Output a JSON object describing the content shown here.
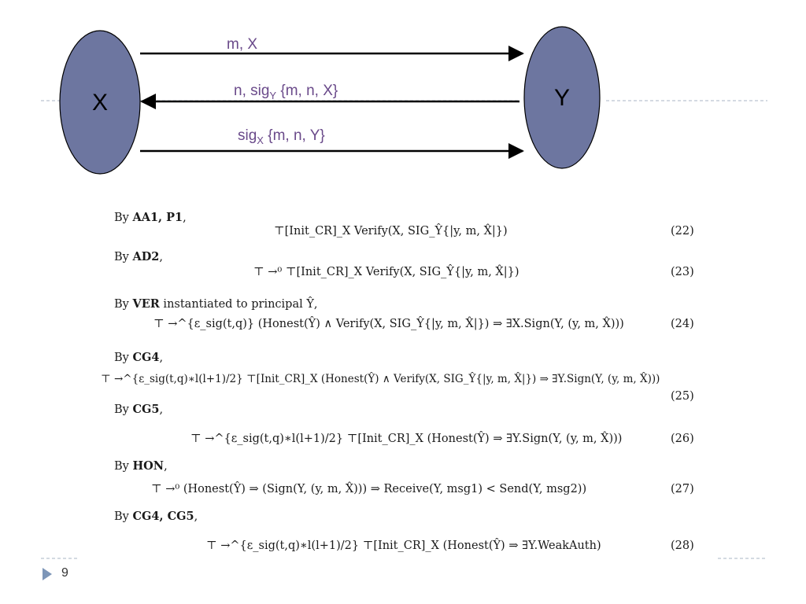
{
  "diagram": {
    "node_left": "X",
    "node_right": "Y",
    "msg1_text": "m, X",
    "msg2_prefix": "n, sig",
    "msg2_sub": "Y",
    "msg2_suffix": " {m, n, X}",
    "msg3_prefix": "sig",
    "msg3_sub": "X",
    "msg3_suffix": " {m, n, Y}",
    "colors": {
      "node_fill": "#6d76a0",
      "node_stroke": "#000000",
      "label_color": "#6a4a8a",
      "dash_color": "#a9b6c6"
    }
  },
  "proof": {
    "s22_rules": "AA1, P1",
    "s22_eq": "⊤[Init_CR]_X Verify(X, SIG_Ŷ{|y, m, X̂|})",
    "s22_num": "(22)",
    "s23_rules": "AD2",
    "s23_eq": "⊤ →⁰ ⊤[Init_CR]_X Verify(X, SIG_Ŷ{|y, m, X̂|})",
    "s23_num": "(23)",
    "s24_intro_a": "By ",
    "s24_rule": "VER",
    "s24_intro_b": " instantiated to principal Ŷ,",
    "s24_eq": "⊤ →^{ε_sig(t,q)} (Honest(Ŷ) ∧ Verify(X, SIG_Ŷ{|y, m, X̂|}) ⇒ ∃X.Sign(Y, (y, m, X̂)))",
    "s24_num": "(24)",
    "s25_rules": "CG4",
    "s25_eq": "⊤ →^{ε_sig(t,q)∗l(l+1)/2} ⊤[Init_CR]_X (Honest(Ŷ) ∧ Verify(X, SIG_Ŷ{|y, m, X̂|}) ⇒ ∃Y.Sign(Y, (y, m, X̂)))",
    "s25_num": "(25)",
    "s26_rules": "CG5",
    "s26_eq": "⊤ →^{ε_sig(t,q)∗l(l+1)/2} ⊤[Init_CR]_X (Honest(Ŷ) ⇒ ∃Y.Sign(Y, (y, m, X̂)))",
    "s26_num": "(26)",
    "s27_rules": "HON",
    "s27_eq": "⊤ →⁰ (Honest(Ŷ) ⇒ (Sign(Y, (y, m, X̂))) ⇒ Receive(Y, msg1) < Send(Y, msg2))",
    "s27_num": "(27)",
    "s28_rules": "CG4, CG5",
    "s28_eq": "⊤ →^{ε_sig(t,q)∗l(l+1)/2} ⊤[Init_CR]_X (Honest(Ŷ) ⇒ ∃Y.WeakAuth)",
    "s28_num": "(28)"
  },
  "footer": {
    "page_number": "9"
  }
}
